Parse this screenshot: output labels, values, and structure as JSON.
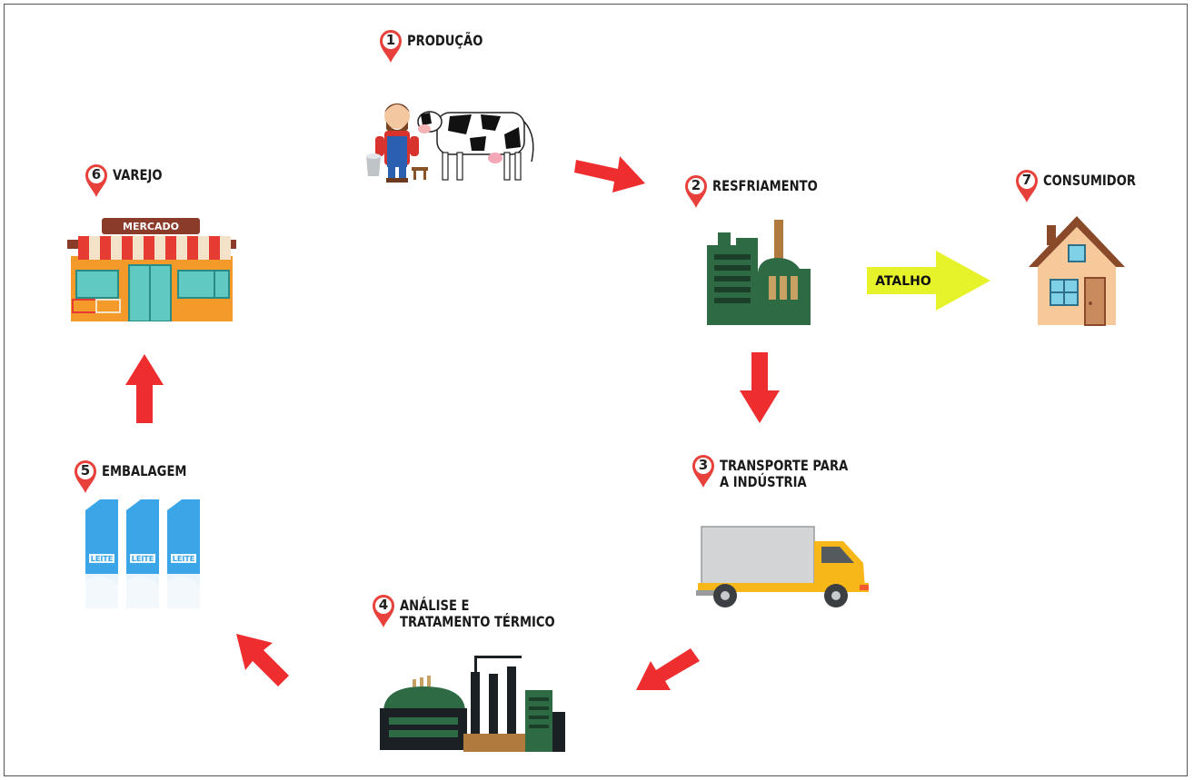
{
  "steps": [
    {
      "number": "1",
      "lines": [
        "PRODUÇÃO"
      ]
    },
    {
      "number": "2",
      "lines": [
        "RESFRIAMENTO"
      ]
    },
    {
      "number": "3",
      "lines": [
        "TRANSPORTE PARA",
        "A INDÚSTRIA"
      ]
    },
    {
      "number": "4",
      "lines": [
        "ANÁLISE E",
        "TRATAMENTO TÉRMICO"
      ]
    },
    {
      "number": "5",
      "lines": [
        "EMBALAGEM"
      ]
    },
    {
      "number": "6",
      "lines": [
        "VAREJO"
      ]
    },
    {
      "number": "7",
      "lines": [
        "CONSUMIDOR"
      ]
    }
  ],
  "shortcut_label": "ATALHO",
  "market_sign": "MERCADO",
  "carton_label": "LEITE",
  "colors": {
    "arrow_red": "#ee2e2e",
    "pin_red": "#e8403b",
    "shortcut_yellow": "#e6f22a",
    "factory_green": "#2e6b45",
    "truck_yellow": "#f7b718"
  }
}
